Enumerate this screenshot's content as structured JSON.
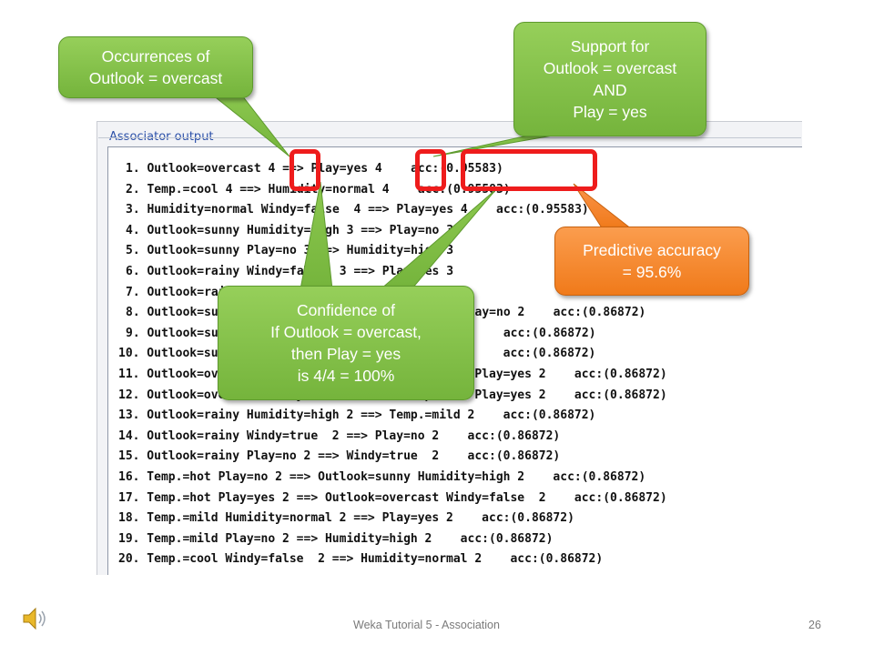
{
  "panel": {
    "title": "Associator output"
  },
  "rules": [
    "1. Outlook=overcast 4 ==> Play=yes 4    acc:(0.95583)",
    "2. Temp.=cool 4 ==> Humidity=normal 4    acc:(0.95583)",
    "3. Humidity=normal Windy=false  4 ==> Play=yes 4    acc:(0.95583)",
    "4. Outlook=sunny Humidity=high 3 ==> Play=no 3",
    "5. Outlook=sunny Play=no 3 ==> Humidity=high 3",
    "6. Outlook=rainy Windy=false  3 ==> Play=yes 3",
    "7. Outlook=rainy Play=yes 3 ==> Windy=false  3",
    "8. Outlook=sunny Temp.=hot 2 ==> Humidity=high Play=no 2    acc:(0.86872)",
    "9. Outlook=sunny Humidity=normal 2 ==> Play=yes 2    acc:(0.86872)",
    "10. Outlook=sunny Play=yes 2 ==> Humidity=normal 2    acc:(0.86872)",
    "11. Outlook=overcast Temp.=hot 2 ==> Windy=false  Play=yes 2    acc:(0.86872)",
    "12. Outlook=overcast Windy=false  2 ==> Temp.=hot Play=yes 2    acc:(0.86872)",
    "13. Outlook=rainy Humidity=high 2 ==> Temp.=mild 2    acc:(0.86872)",
    "14. Outlook=rainy Windy=true  2 ==> Play=no 2    acc:(0.86872)",
    "15. Outlook=rainy Play=no 2 ==> Windy=true  2    acc:(0.86872)",
    "16. Temp.=hot Play=no 2 ==> Outlook=sunny Humidity=high 2    acc:(0.86872)",
    "17. Temp.=hot Play=yes 2 ==> Outlook=overcast Windy=false  2    acc:(0.86872)",
    "18. Temp.=mild Humidity=normal 2 ==> Play=yes 2    acc:(0.86872)",
    "19. Temp.=mild Play=no 2 ==> Humidity=high 2    acc:(0.86872)",
    "20. Temp.=cool Windy=false  2 ==> Humidity=normal 2    acc:(0.86872)"
  ],
  "callouts": {
    "occurrences": [
      "Occurrences of",
      "Outlook = overcast"
    ],
    "support": [
      "Support for",
      "Outlook = overcast",
      "AND",
      "Play = yes"
    ],
    "accuracy": [
      "Predictive accuracy",
      "= 95.6%"
    ],
    "confidence": [
      "Confidence of",
      "If Outlook = overcast,",
      "then Play = yes",
      "is 4/4 = 100%"
    ]
  },
  "colors": {
    "highlight": "#ee1c1c",
    "green_callout": "#75b43c",
    "orange_callout": "#f07a1a"
  },
  "icons": {
    "speaker": "speaker-icon"
  },
  "footer": {
    "title": "Weka Tutorial 5 - Association",
    "page": "26"
  }
}
